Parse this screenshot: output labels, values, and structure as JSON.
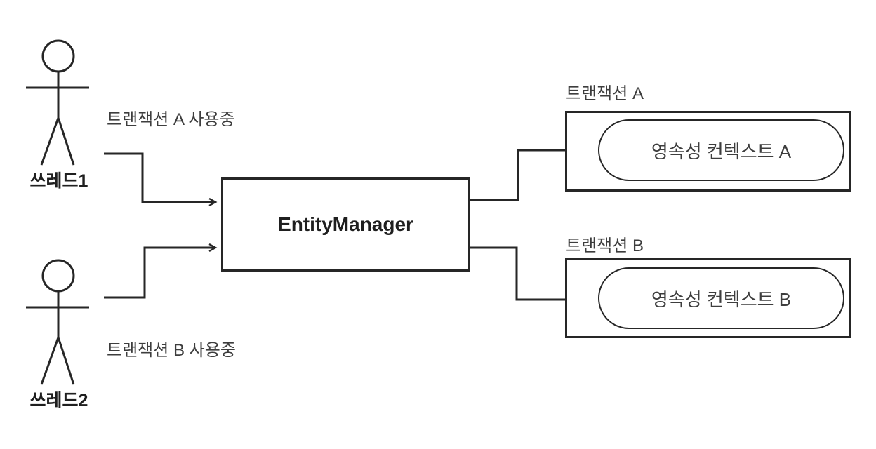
{
  "diagram": {
    "actors": [
      {
        "name": "쓰레드1",
        "status_label": "트랜잭션 A 사용중"
      },
      {
        "name": "쓰레드2",
        "status_label": "트랜잭션 B 사용중"
      }
    ],
    "entity_manager": {
      "label": "EntityManager"
    },
    "transactions": [
      {
        "title": "트랜잭션 A",
        "context": "영속성 컨텍스트 A"
      },
      {
        "title": "트랜잭션 B",
        "context": "영속성 컨텍스트 B"
      }
    ],
    "colors": {
      "line": "#262626",
      "text": "#3d3d3d",
      "bold_text": "#1f1f1f",
      "background": "#ffffff"
    }
  }
}
